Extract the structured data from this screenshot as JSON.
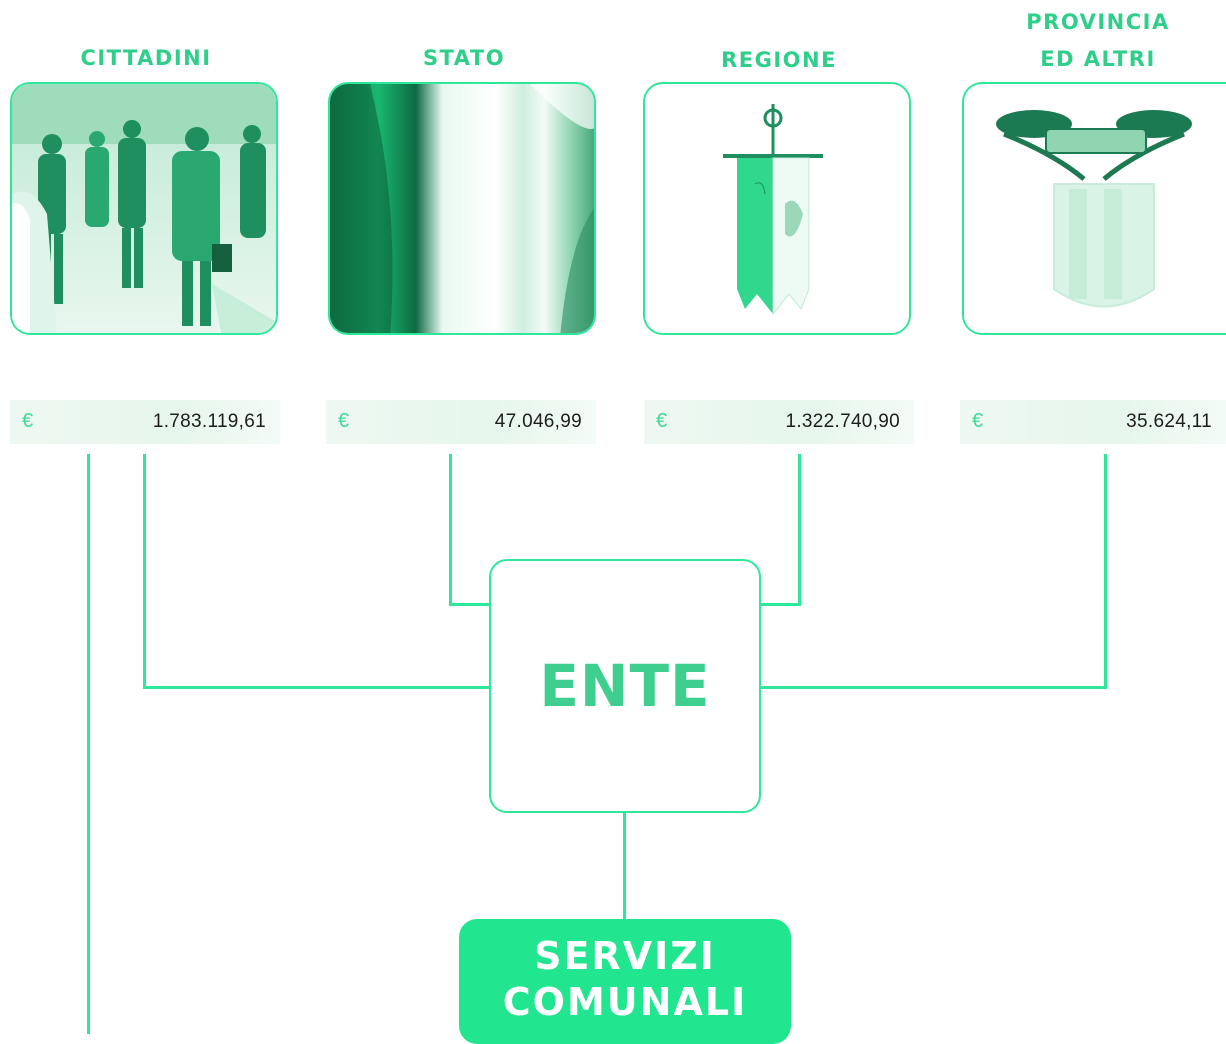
{
  "columns": [
    {
      "title_line1": "",
      "title_line2": "CITTADINI",
      "currency": "€",
      "amount": "1.783.119,61"
    },
    {
      "title_line1": "",
      "title_line2": "STATO",
      "currency": "€",
      "amount": "47.046,99"
    },
    {
      "title_line1": "",
      "title_line2": "REGIONE",
      "currency": "€",
      "amount": "1.322.740,90"
    },
    {
      "title_line1": "PROVINCIA",
      "title_line2": "ED ALTRI",
      "currency": "€",
      "amount": "35.624,11"
    }
  ],
  "center": {
    "label": "ENTE"
  },
  "output": {
    "line1": "SERVIZI",
    "line2": "COMUNALI"
  },
  "colors": {
    "accent": "#2ee89a",
    "text_green": "#3ecf8e",
    "fill_green": "#22e58f"
  },
  "icons": [
    "people-walking-image",
    "italian-flag-image",
    "regional-banner-image",
    "province-coat-of-arms-image"
  ]
}
